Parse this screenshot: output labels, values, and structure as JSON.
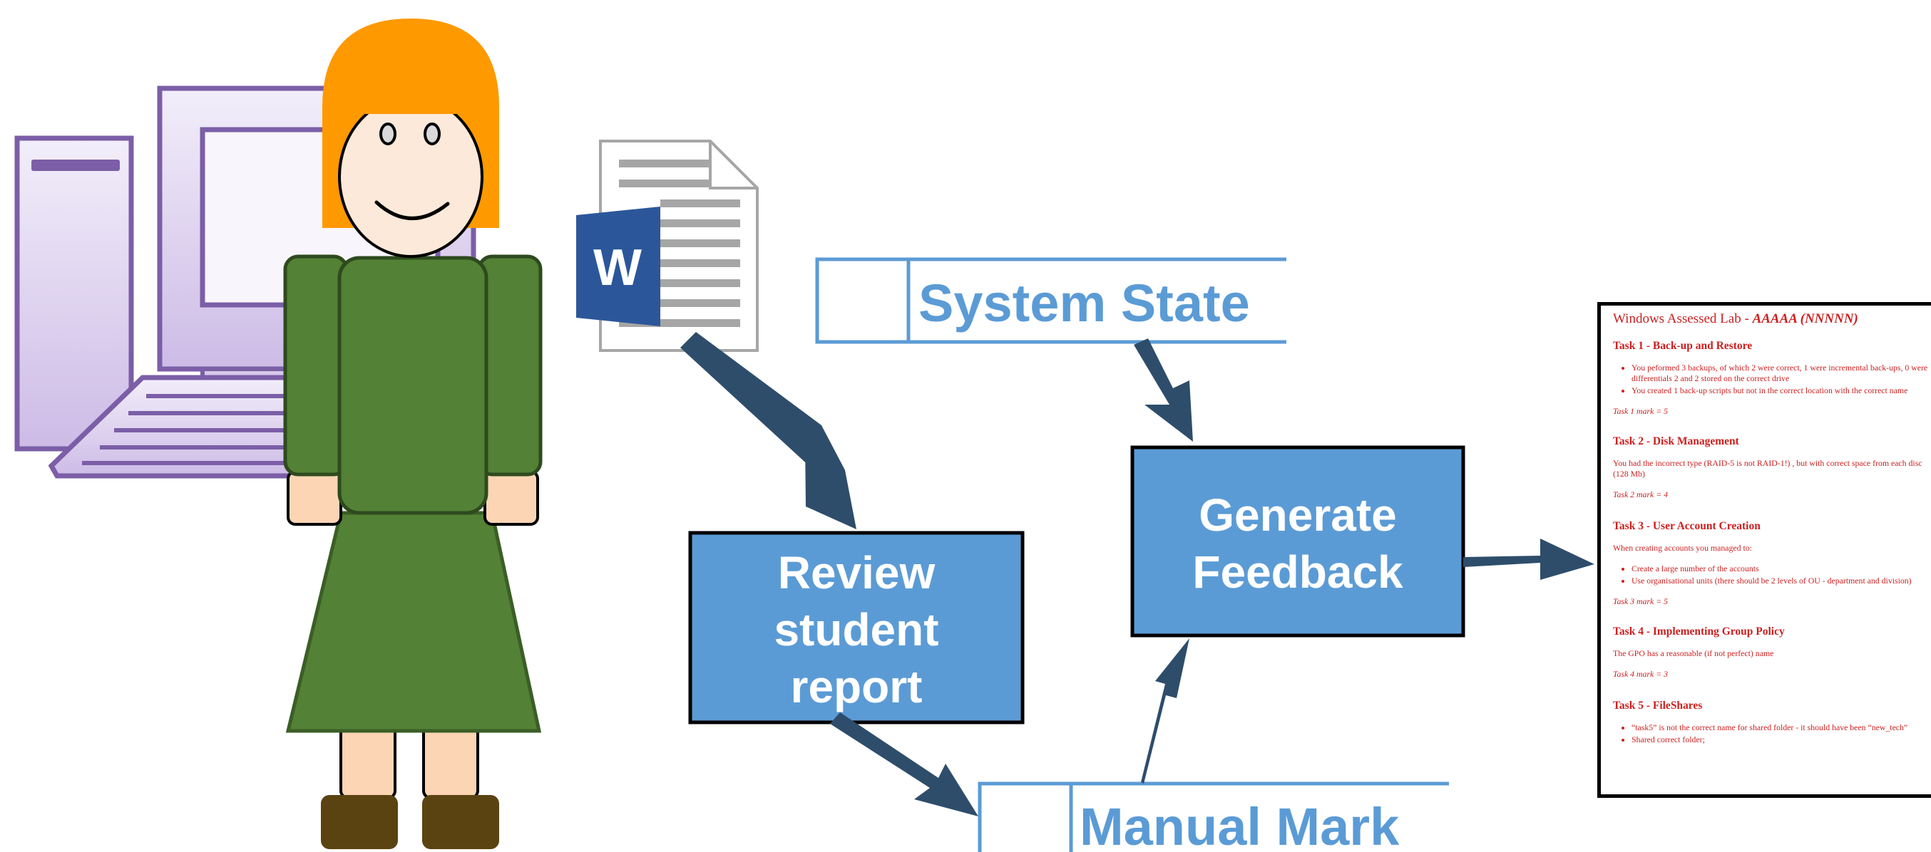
{
  "diagram": {
    "processes": {
      "review": [
        "Review",
        "student",
        "report"
      ],
      "generate": [
        "Generate",
        "Feedback"
      ]
    },
    "data_stores": {
      "system_state": "System State",
      "manual_mark": "Manual Mark"
    },
    "document_icon_letter": "W",
    "colors": {
      "process_fill": "#5b9bd5",
      "arrow": "#2e4d6b",
      "store_text": "#5b9bd5",
      "report_text": "#cc1f1f",
      "dress": "#538135",
      "hair": "#ff9900",
      "computer": "#7b5ea7",
      "word_blue": "#2b579a"
    }
  },
  "report": {
    "title_prefix": "Windows Assessed Lab - ",
    "title_code": "AAAAA (NNNNN)",
    "sections": [
      {
        "heading": "Task 1 - Back-up and Restore",
        "bullets": [
          "You peformed 3 backups, of which 2 were correct, 1 were incremental back-ups, 0 were differentials 2 and 2 stored on the correct drive",
          "You created 1 back-up scripts but not in the correct location with the correct name"
        ],
        "mark": "Task 1 mark = 5"
      },
      {
        "heading": "Task 2 - Disk Management",
        "text": "You had the incorrect type (RAID-5 is not RAID-1!) , but with correct space from each disc (128 Mb)",
        "mark": "Task 2 mark = 4"
      },
      {
        "heading": "Task 3 - User Account Creation",
        "text": "When creating accounts you managed to:",
        "bullets": [
          "Create a large number of the accounts",
          "Use organisational units (there should be 2 levels of OU - department and division)"
        ],
        "mark": "Task 3 mark = 5"
      },
      {
        "heading": "Task 4 - Implementing Group Policy",
        "text": "The GPO has a reasonable (if not perfect) name",
        "mark": "Task 4 mark = 3"
      },
      {
        "heading": "Task 5 - FileShares",
        "bullets": [
          "“task5” is not the correct name for shared folder - it should have been “new_tech”",
          "Shared correct folder;"
        ]
      }
    ]
  }
}
